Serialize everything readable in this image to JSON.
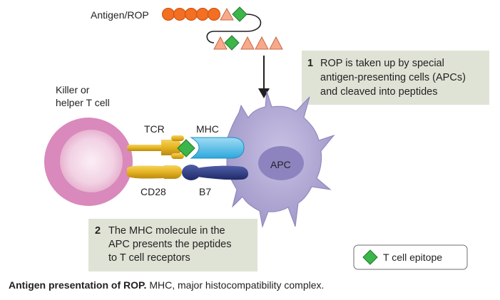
{
  "diagram": {
    "antigen_label": "Antigen/ROP",
    "cell_label_line1": "Killer or",
    "cell_label_line2": "helper T cell",
    "tcr_label": "TCR",
    "mhc_label": "MHC",
    "cd28_label": "CD28",
    "b7_label": "B7",
    "apc_label": "APC",
    "step1": {
      "number": "1",
      "line1": "ROP is taken up by special",
      "line2": "antigen-presenting cells (APCs)",
      "line3": "and cleaved into peptides"
    },
    "step2": {
      "number": "2",
      "line1": "The MHC molecule in the",
      "line2": "APC presents the peptides",
      "line3": "to T cell receptors"
    },
    "legend": {
      "label": "T cell epitope",
      "icon": "green-diamond-icon"
    }
  },
  "caption": {
    "bold": "Antigen presentation of ROP.",
    "rest": " MHC, major histocompatibility complex."
  },
  "colors": {
    "bead_orange": "#f36f21",
    "triangle_salmon": "#f7a98b",
    "epitope_green": "#3cb54a",
    "tcell_outer": "#d989bb",
    "tcell_inner": "#f5dcea",
    "apc_body": "#b7b0d6",
    "mhc_cyan": "#5ec3ea",
    "b7_navy": "#2e3a7a",
    "tcr_gold": "#e5b321",
    "step_box": "#dfe3d6"
  }
}
